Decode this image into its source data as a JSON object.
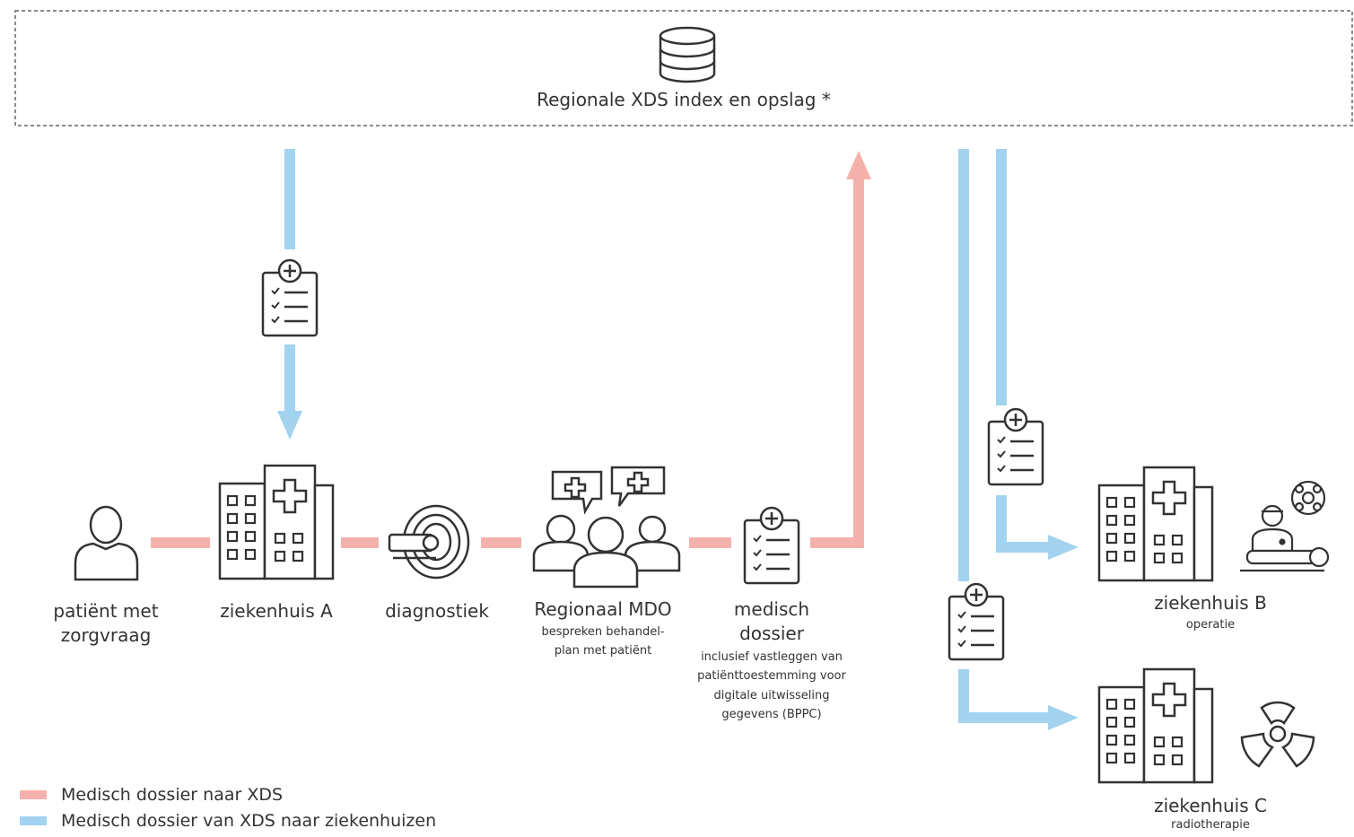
{
  "colors": {
    "to_xds": "#f4b1ab",
    "from_xds": "#a3d3ef",
    "icon_stroke": "#333333",
    "border": "#666666"
  },
  "xds": {
    "title": "Regionale XDS index en opslag *",
    "icon": "database-icon"
  },
  "flow": [
    {
      "id": "patient",
      "label": "patiënt met zorgvraag",
      "icon": "person-icon"
    },
    {
      "id": "hospital_a",
      "label": "ziekenhuis A",
      "icon": "hospital-icon"
    },
    {
      "id": "diagnostiek",
      "label": "diagnostiek",
      "icon": "mri-scanner-icon"
    },
    {
      "id": "mdo",
      "label": "Regionaal MDO",
      "sublabel": "bespreken behandel-plan met patiënt",
      "icon": "team-consult-icon"
    },
    {
      "id": "dossier",
      "label": "medisch dossier",
      "sublabel": "inclusief vastleggen van patiënttoestemming voor digitale uitwisseling gegevens (BPPC)",
      "icon": "clipboard-icon"
    }
  ],
  "hospital_b": {
    "label": "ziekenhuis B",
    "sublabel": "operatie",
    "icon": "surgeon-icon"
  },
  "hospital_c": {
    "label": "ziekenhuis C",
    "sublabel": "radiotherapie",
    "icon": "radiation-icon"
  },
  "legend": [
    {
      "label": "Medisch dossier naar XDS",
      "color": "#f4b1ab"
    },
    {
      "label": "Medisch dossier van XDS naar ziekenhuizen",
      "color": "#a3d3ef"
    }
  ]
}
